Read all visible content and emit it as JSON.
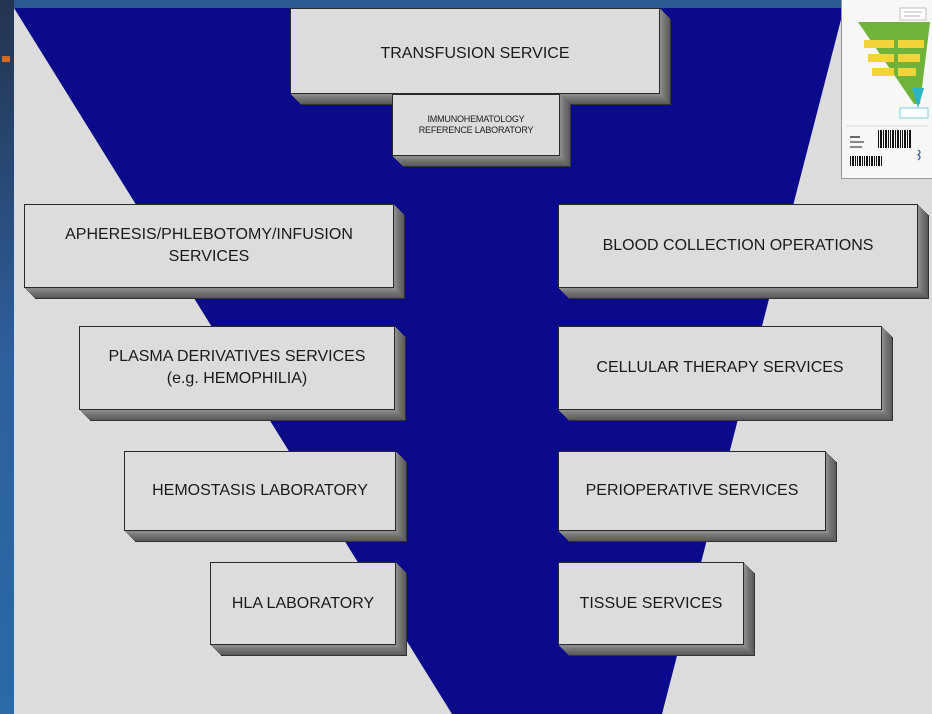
{
  "diagram": {
    "colors": {
      "funnel": "#0a0a8a",
      "box_face": "#dcdcdc",
      "page_bg": "#1f3f73"
    },
    "top": {
      "title": "TRANSFUSION SERVICE",
      "sub": "IMMUNOHEMATOLOGY\nREFERENCE LABORATORY"
    },
    "left": [
      "APHERESIS/PHLEBOTOMY/INFUSION\nSERVICES",
      "PLASMA DERIVATIVES SERVICES\n(e.g. HEMOPHILIA)",
      "HEMOSTASIS LABORATORY",
      "HLA LABORATORY"
    ],
    "right": [
      "BLOOD COLLECTION OPERATIONS",
      "CELLULAR THERAPY SERVICES",
      "PERIOPERATIVE SERVICES",
      "TISSUE SERVICES"
    ]
  },
  "thumbnail": {
    "icon": "book-cover-thumbnail"
  }
}
